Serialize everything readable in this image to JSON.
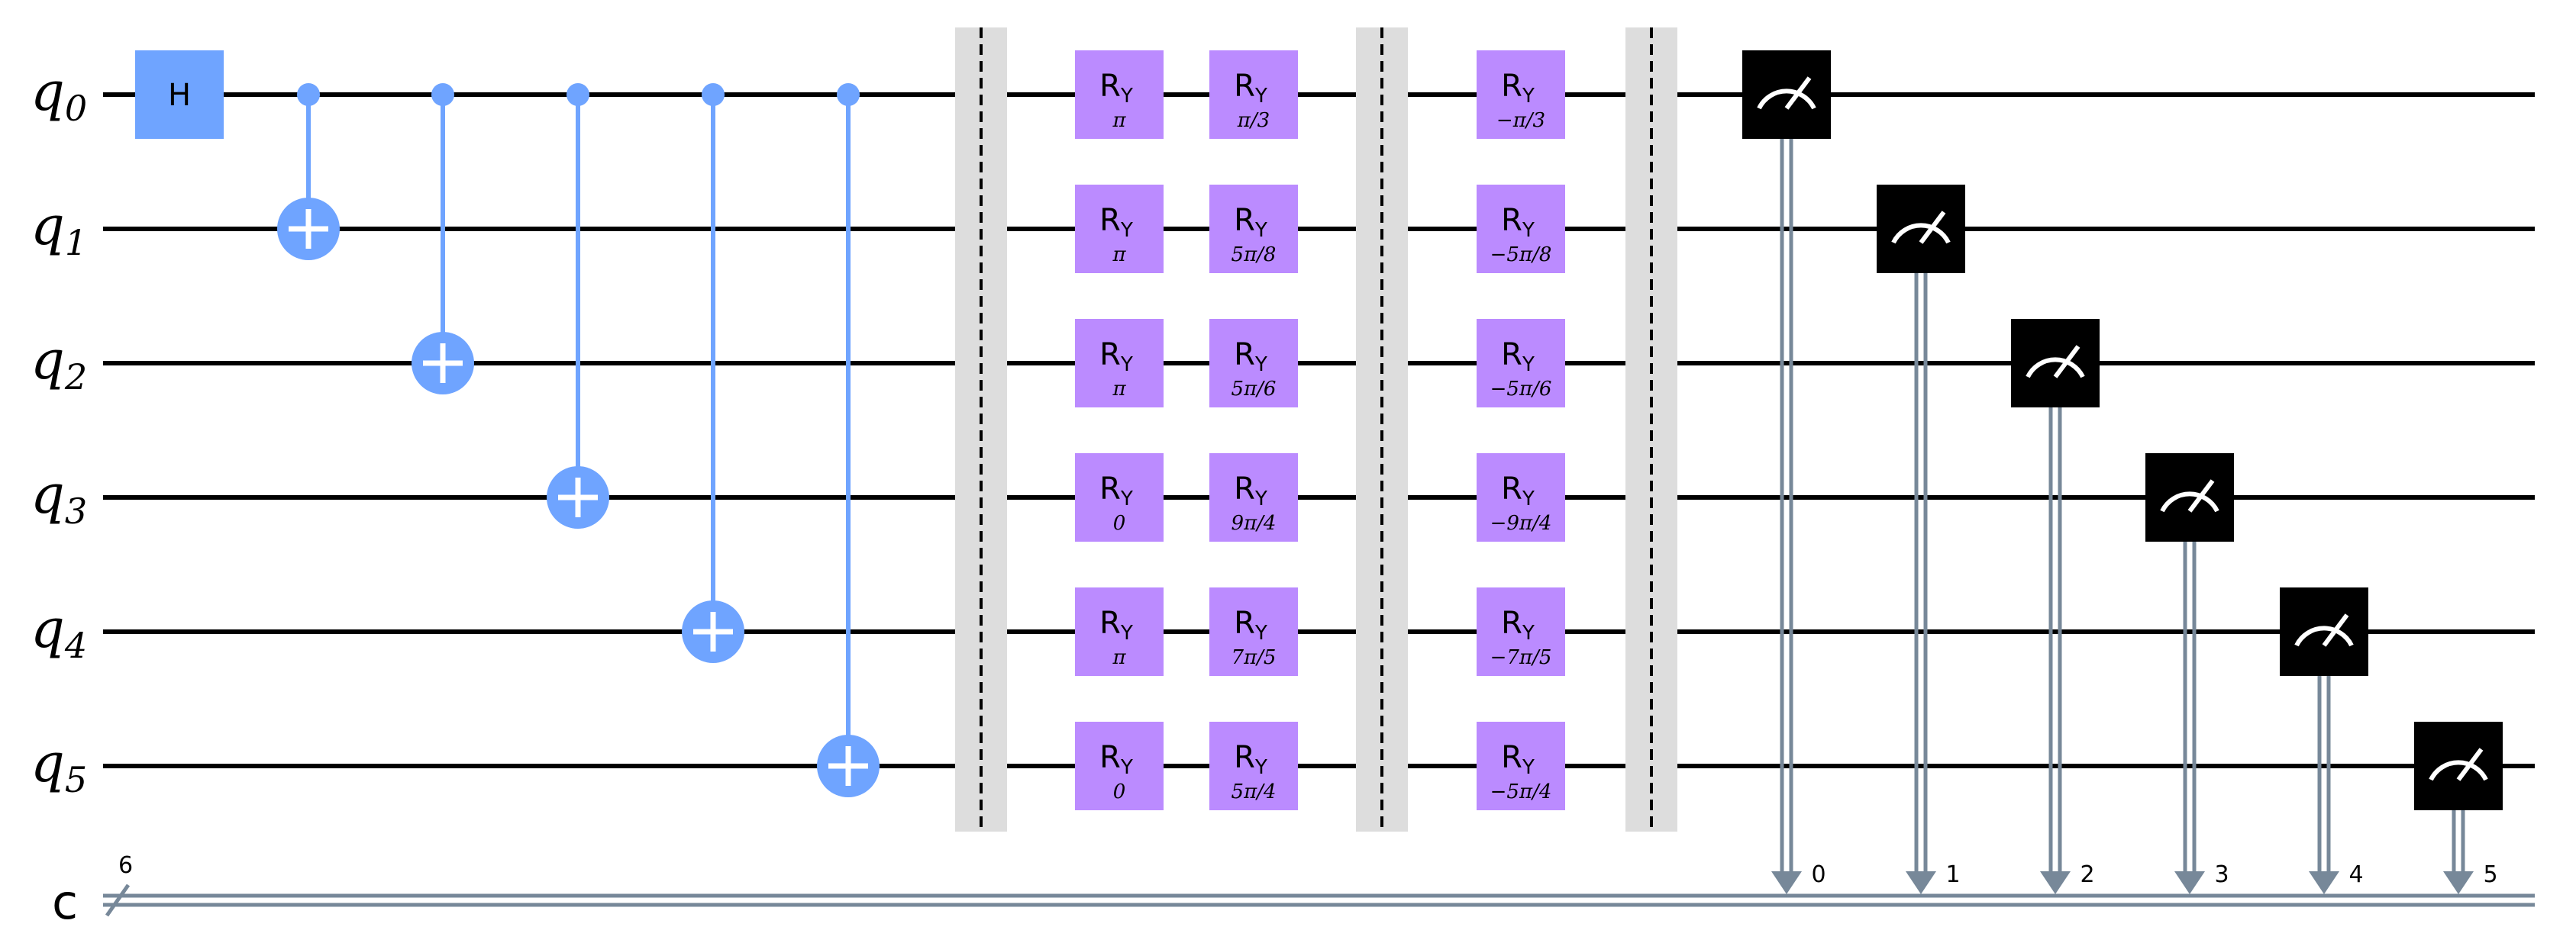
{
  "colors": {
    "h_gate": "#6FA4FF",
    "cnot": "#6FA4FF",
    "ry_gate": "#BB8BFF",
    "barrier": "#DDDDDD",
    "measure_box": "#000000",
    "classical_wire": "#778899",
    "wire": "#000000"
  },
  "qubits": [
    {
      "name": "q",
      "index": "0"
    },
    {
      "name": "q",
      "index": "1"
    },
    {
      "name": "q",
      "index": "2"
    },
    {
      "name": "q",
      "index": "3"
    },
    {
      "name": "q",
      "index": "4"
    },
    {
      "name": "q",
      "index": "5"
    }
  ],
  "classical_register": {
    "name": "c",
    "size": "6"
  },
  "h_gate": {
    "label": "H",
    "qubit": 0
  },
  "cnots": [
    {
      "control": 0,
      "target": 1
    },
    {
      "control": 0,
      "target": 2
    },
    {
      "control": 0,
      "target": 3
    },
    {
      "control": 0,
      "target": 4
    },
    {
      "control": 0,
      "target": 5
    }
  ],
  "ry_columns": [
    {
      "label": "R",
      "sub": "Y",
      "params": [
        "π",
        "π",
        "π",
        "0",
        "π",
        "0"
      ]
    },
    {
      "label": "R",
      "sub": "Y",
      "params": [
        "π/3",
        "5π/8",
        "5π/6",
        "9π/4",
        "7π/5",
        "5π/4"
      ]
    },
    {
      "label": "R",
      "sub": "Y",
      "params": [
        "−π/3",
        "−5π/8",
        "−5π/6",
        "−9π/4",
        "−7π/5",
        "−5π/4"
      ]
    }
  ],
  "measurements": [
    {
      "qubit": 0,
      "clbit": "0"
    },
    {
      "qubit": 1,
      "clbit": "1"
    },
    {
      "qubit": 2,
      "clbit": "2"
    },
    {
      "qubit": 3,
      "clbit": "3"
    },
    {
      "qubit": 4,
      "clbit": "4"
    },
    {
      "qubit": 5,
      "clbit": "5"
    }
  ]
}
